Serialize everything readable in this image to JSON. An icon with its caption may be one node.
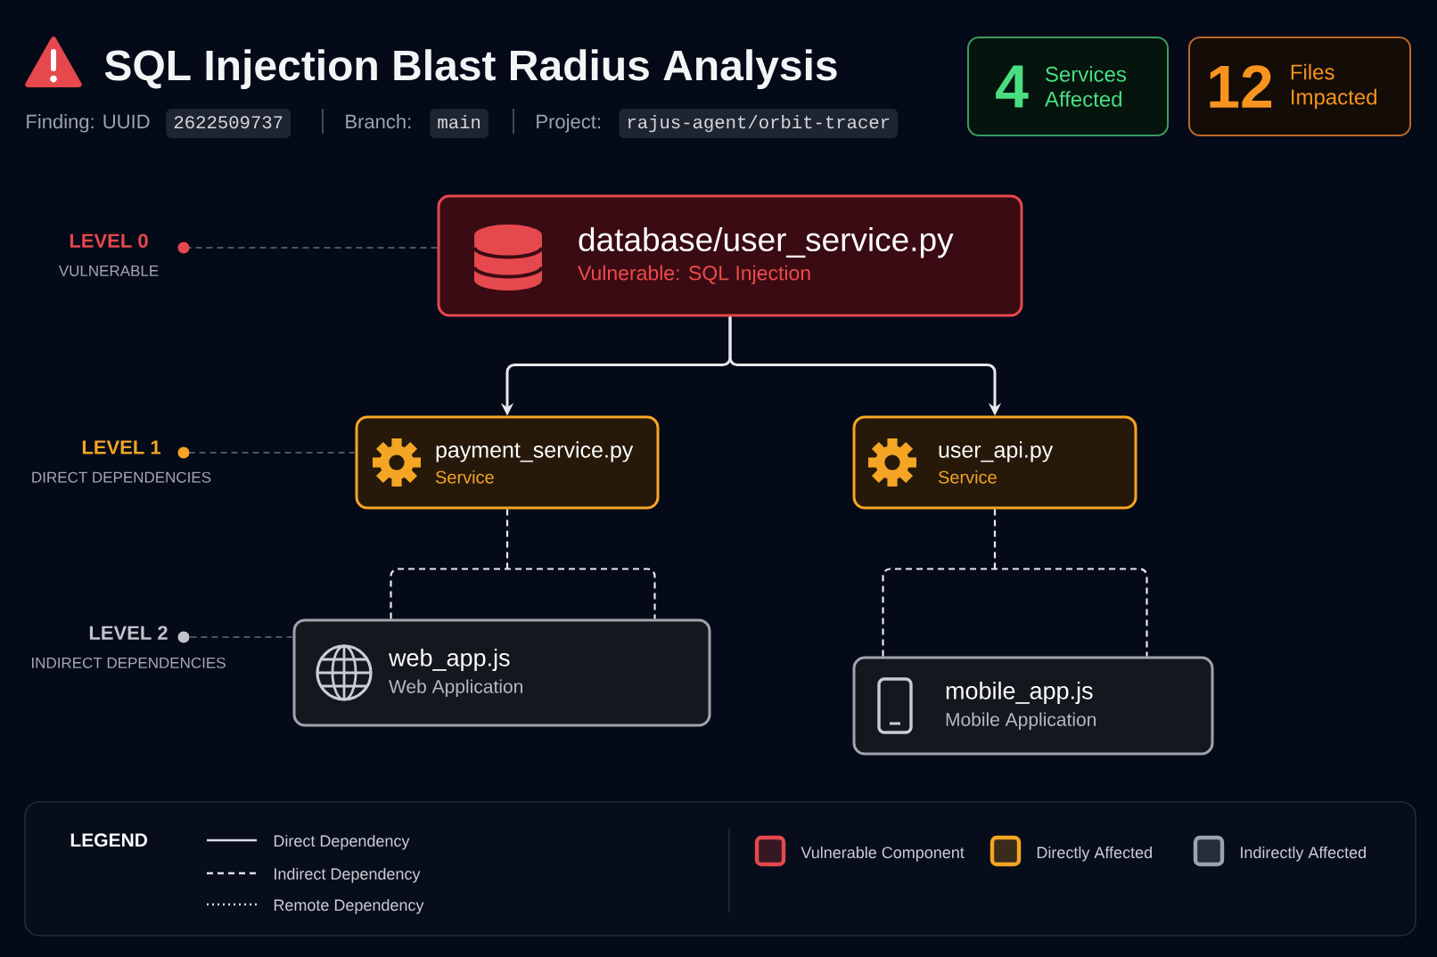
{
  "diagram": {
    "title": "SQL Injection Blast Radius Analysis",
    "nodes": [
      {
        "text": [
          "4",
          "Services Affected"
        ]
      },
      {
        "text": [
          "12",
          "Files Impacted"
        ]
      },
      {
        "text": [
          "LEVEL 0",
          "VULNERABLE"
        ]
      },
      {
        "text": [
          "database/user_service.py",
          "Vulnerable: SQL Injection"
        ]
      },
      {
        "text": [
          "LEVEL 1",
          "DIRECT DEPENDENCIES"
        ]
      },
      {
        "text": [
          "payment_service.py",
          "Service"
        ]
      },
      {
        "text": [
          "user_api.py",
          "Service"
        ]
      },
      {
        "text": [
          "LEVEL 2",
          "INDIRECT DEPENDENCIES"
        ]
      },
      {
        "text": [
          "web_app.js",
          "Web Application"
        ]
      },
      {
        "text": [
          "mobile_app.js",
          "Mobile Application"
        ]
      }
    ],
    "edges": [
      {
        "from": 3,
        "to": 2,
        "arrow": "other",
        "style": "dashed",
        "color": "#4b5563"
      },
      {
        "from": 3,
        "to": 5,
        "arrow": "to"
      },
      {
        "from": 3,
        "to": 6,
        "arrow": "to"
      },
      {
        "from": 5,
        "to": 4,
        "arrow": "other",
        "style": "dashed",
        "color": "#4b5563"
      },
      {
        "from": 5,
        "to": 8,
        "arrow": "none",
        "style": "dashed"
      },
      {
        "from": 6,
        "to": 9,
        "arrow": "none",
        "style": "dashed"
      },
      {
        "from": 8,
        "to": 7,
        "arrow": "other",
        "style": "dashed",
        "color": "#4b5563"
      }
    ],
    "labels": [
      "Finding: UUID",
      "2622509737",
      "Branch:",
      "main",
      "Project:",
      "rajus-agent/orbit-tracer",
      "LEGEND"
    ],
    "legend": [
      {
        "text": "Direct Dependency"
      },
      {
        "text": "Indirect Dependency"
      },
      {
        "text": "Remote Dependency"
      },
      {
        "text": "Vulnerable Component",
        "color": "#e5484d"
      },
      {
        "text": "Directly Affected",
        "color": "#f5a524"
      },
      {
        "text": "Indirectly Affected",
        "color": "#9ca3af"
      }
    ]
  }
}
